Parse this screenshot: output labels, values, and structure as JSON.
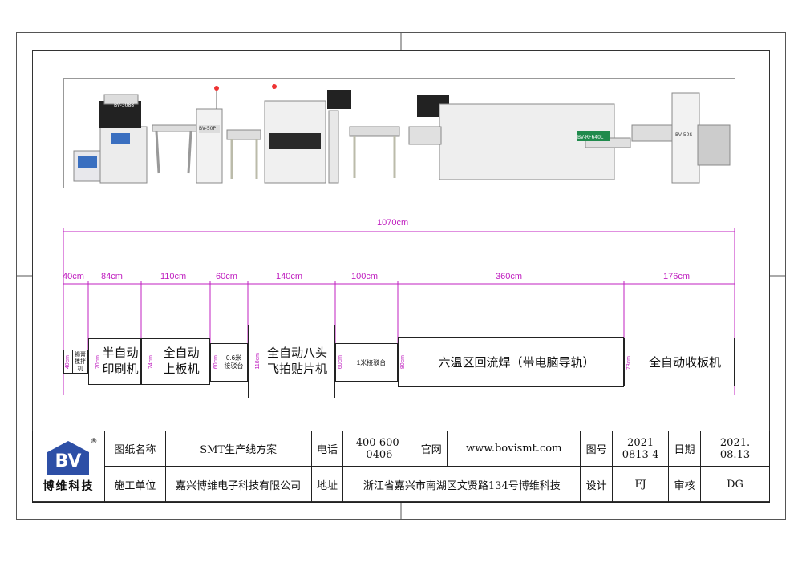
{
  "top_dimension": "1070cm",
  "segment_dims": [
    "40cm",
    "84cm",
    "110cm",
    "60cm",
    "140cm",
    "100cm",
    "360cm",
    "176cm"
  ],
  "machines": [
    {
      "name": "锡膏搅拌机",
      "height": "40cm"
    },
    {
      "name": "半自动印刷机",
      "height": "70cm"
    },
    {
      "name": "全自动上板机",
      "height": "74cm"
    },
    {
      "name": "0.6米接驳台",
      "height": "60cm"
    },
    {
      "name": "全自动八头飞拍贴片机",
      "height": "118cm"
    },
    {
      "name": "1米接驳台",
      "height": "60cm"
    },
    {
      "name": "六温区回流焊（带电脑导轨）",
      "height": "80cm"
    },
    {
      "name": "全自动收板机",
      "height": "78cm"
    }
  ],
  "photo_labels": [
    "BV-3088",
    "BV-50P",
    "BV-RF640L",
    "BV-50S"
  ],
  "title_block": {
    "logo_text": "BV",
    "logo_reg": "®",
    "company_short": "博维科技",
    "drawing_name_label": "图纸名称",
    "drawing_name": "SMT生产线方案",
    "phone_label": "电话",
    "phone": "400-600-0406",
    "website_label": "官网",
    "website": "www.bovismt.com",
    "drawing_no_label": "图号",
    "drawing_no_1": "2021",
    "drawing_no_2": "0813-4",
    "date_label": "日期",
    "date_1": "2021.",
    "date_2": "08.13",
    "unit_label": "施工单位",
    "unit": "嘉兴博维电子科技有限公司",
    "address_label": "地址",
    "address": "浙江省嘉兴市南湖区文贤路134号博维科技",
    "design_label": "设计",
    "design": "FJ",
    "review_label": "审核",
    "review": "DG"
  }
}
